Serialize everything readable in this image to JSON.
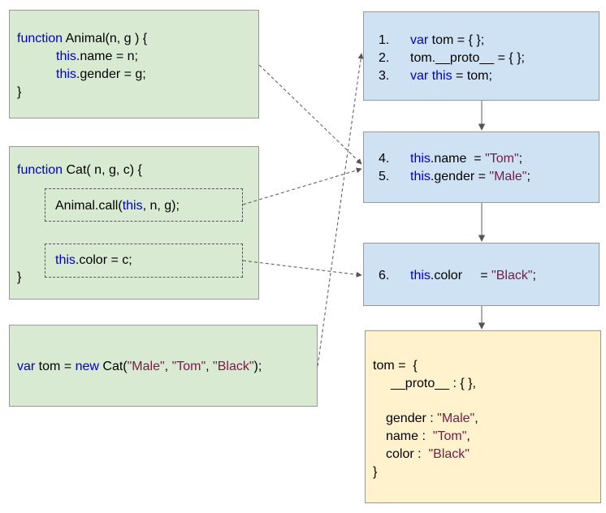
{
  "animal_fn": {
    "line1_kw": "function",
    "line1_rest": " Animal(n, g ) {",
    "line2_kw": "this",
    "line2_rest": ".name = n;",
    "line3_kw": "this",
    "line3_rest": ".gender = g;",
    "line4": "}"
  },
  "cat_fn": {
    "line1_kw": "function",
    "line1_rest": " Cat( n, g, c) {",
    "call_pre": "Animal.call(",
    "call_kw": "this",
    "call_post": ", n, g);",
    "color_kw": "this",
    "color_rest": ".color = c;",
    "close": "}"
  },
  "invocation": {
    "kw1": "var",
    "mid1": " tom = ",
    "kw2": "new",
    "mid2": " Cat(",
    "s1": "\"Male\"",
    "sep1": ", ",
    "s2": "\"Tom\"",
    "sep2": ", ",
    "s3": "\"Black\"",
    "end": ");"
  },
  "step_box_1": {
    "n1": "1.",
    "l1_kw": "var",
    "l1_rest": " tom = { };",
    "n2": "2.",
    "l2": "tom.__proto__ = { };",
    "n3": "3.",
    "l3_kw1": "var",
    "l3_sp": " ",
    "l3_kw2": "this",
    "l3_rest": " = tom;"
  },
  "step_box_2": {
    "n4": "4.",
    "l4_kw": "this",
    "l4_mid": ".name  = ",
    "l4_str": "\"Tom\"",
    "l4_end": ";",
    "n5": "5.",
    "l5_kw": "this",
    "l5_mid": ".gender = ",
    "l5_str": "\"Male\"",
    "l5_end": ";"
  },
  "step_box_3": {
    "n6": "6.",
    "l6_kw": "this",
    "l6_mid": ".color     = ",
    "l6_str": "\"Black\"",
    "l6_end": ";"
  },
  "result": {
    "l1": "tom =  {",
    "l2": "__proto__ : { },",
    "g_key": "gender : ",
    "g_val": "\"Male\"",
    "g_end": ",",
    "n_key": "name :  ",
    "n_val": "\"Tom\"",
    "n_end": ",",
    "c_key": "color :  ",
    "c_val": "\"Black\"",
    "close": "}"
  },
  "colors": {
    "keyword": "#0000cc",
    "string": "#741b47",
    "green_box": "#d9ead3",
    "blue_box": "#cfe2f3",
    "yellow_box": "#fff2cc"
  }
}
